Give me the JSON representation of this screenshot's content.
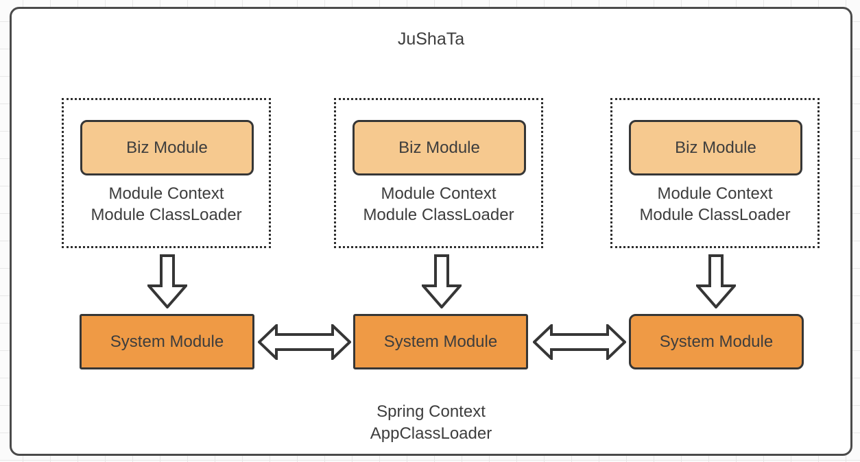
{
  "title": "JuShaTa",
  "groups": [
    {
      "biz_label": "Biz Module",
      "context_line1": "Module Context",
      "context_line2": "Module ClassLoader"
    },
    {
      "biz_label": "Biz Module",
      "context_line1": "Module Context",
      "context_line2": "Module ClassLoader"
    },
    {
      "biz_label": "Biz Module",
      "context_line1": "Module Context",
      "context_line2": "Module ClassLoader"
    }
  ],
  "system_modules": [
    {
      "label": "System Module"
    },
    {
      "label": "System Module"
    },
    {
      "label": "System Module"
    }
  ],
  "footer": {
    "line1": "Spring Context",
    "line2": "AppClassLoader"
  },
  "icons": {
    "down_arrow": "block-arrow-down",
    "double_arrow": "block-arrow-left-right"
  },
  "colors": {
    "biz_module_fill": "#f6c98f",
    "system_module_fill": "#ef9a45",
    "shape_stroke": "#363636",
    "text_color": "#3d3d3d",
    "frame_border": "#4a4a4a",
    "grid_line": "#e7e7e7",
    "canvas_bg": "#ffffff"
  }
}
